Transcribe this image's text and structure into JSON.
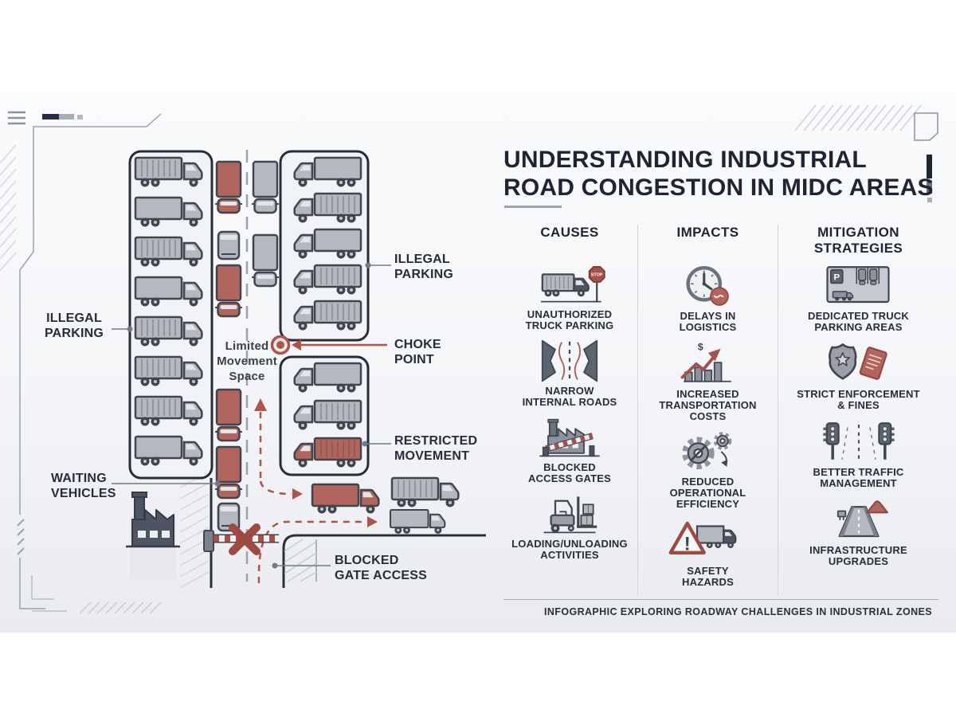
{
  "meta": {
    "accent_red": "#a94f46",
    "truck_red": "#b2655c",
    "truck_gray": "#b4b8bf",
    "ink": "#1d2433"
  },
  "header": {
    "title": "UNDERSTANDING INDUSTRIAL\nROAD CONGESTION IN MIDC AREAS"
  },
  "diagram": {
    "labels": {
      "illegal_parking_left": "ILLEGAL\nPARKING",
      "illegal_parking_right": "ILLEGAL\nPARKING",
      "limited_movement": "Limited\nMovement\nSpace",
      "choke_point": "CHOKE\nPOINT",
      "restricted_movement": "RESTRICTED\nMOVEMENT",
      "waiting_vehicles": "WAITING\nVEHICLES",
      "blocked_gate": "BLOCKED\nGATE ACCESS"
    }
  },
  "columns": [
    {
      "header": "CAUSES",
      "items": [
        {
          "label": "UNAUTHORIZED\nTRUCK PARKING",
          "icon": "truck-stop-sign-icon",
          "sign": "STOP"
        },
        {
          "label": "NARROW\nINTERNAL ROADS",
          "icon": "narrow-road-icon"
        },
        {
          "label": "BLOCKED\nACCESS GATES",
          "icon": "factory-barrier-icon"
        },
        {
          "label": "LOADING/UNLOADING\nACTIVITIES",
          "icon": "forklift-icon"
        }
      ]
    },
    {
      "header": "IMPACTS",
      "items": [
        {
          "label": "DELAYS IN\nLOGISTICS",
          "icon": "clock-delay-icon"
        },
        {
          "label": "INCREASED\nTRANSPORTATION\nCOSTS",
          "icon": "rising-costs-chart-icon",
          "sign": "$"
        },
        {
          "label": "REDUCED\nOPERATIONAL\nEFFICIENCY",
          "icon": "gears-efficiency-icon"
        },
        {
          "label": "SAFETY\nHAZARDS",
          "icon": "warning-truck-icon",
          "sign": "!"
        }
      ]
    },
    {
      "header": "MITIGATION\nSTRATEGIES",
      "items": [
        {
          "label": "DEDICATED TRUCK\nPARKING AREAS",
          "icon": "truck-parking-area-icon",
          "sign": "P"
        },
        {
          "label": "STRICT ENFORCEMENT\n& FINES",
          "icon": "badge-ticket-icon"
        },
        {
          "label": "BETTER TRAFFIC\nMANAGEMENT",
          "icon": "traffic-signals-icon"
        },
        {
          "label": "INFRASTRUCTURE\nUPGRADES",
          "icon": "road-upgrade-icon"
        }
      ]
    }
  ],
  "footer": {
    "caption": "INFOGRAPHIC EXPLORING ROADWAY CHALLENGES IN INDUSTRIAL ZONES"
  }
}
